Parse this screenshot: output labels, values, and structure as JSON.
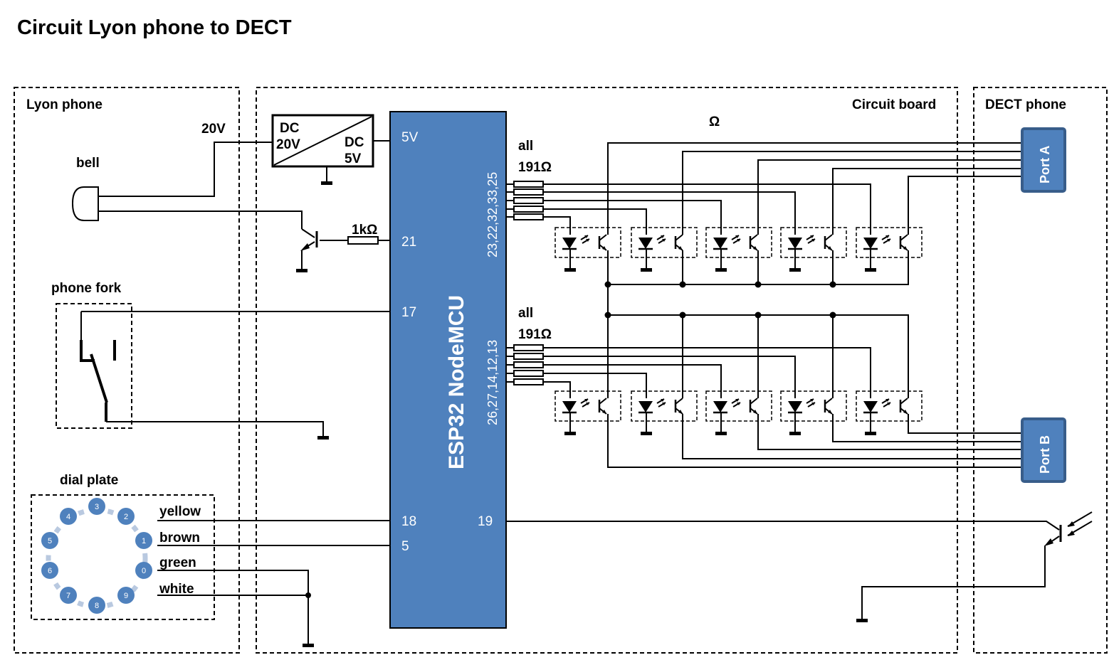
{
  "title": "Circuit Lyon phone to DECT",
  "sections": {
    "lyon_phone": "Lyon phone",
    "circuit_board": "Circuit board",
    "dect_phone": "DECT phone"
  },
  "lyon": {
    "voltage_label": "20V",
    "bell_label": "bell",
    "phone_fork_label": "phone fork",
    "dial_plate_label": "dial plate",
    "dial_digits": [
      "3",
      "2",
      "1",
      "0",
      "9",
      "8",
      "7",
      "6",
      "5",
      "4"
    ],
    "wires": {
      "yellow": "yellow",
      "brown": "brown",
      "green": "green",
      "white": "white"
    }
  },
  "converter": {
    "in_line1": "DC",
    "in_line2": "20V",
    "out_line1": "DC",
    "out_line2": "5V"
  },
  "transistor_resistor": "1kΩ",
  "stray_omega": "Ω",
  "mcu": {
    "name": "ESP32 NodeMCU",
    "pins": {
      "p5v": "5V",
      "p21": "21",
      "p17": "17",
      "p18": "18",
      "p5": "5",
      "p19": "19",
      "group_a": "23,22,32,33,25",
      "group_b": "26,27,14,12,13"
    }
  },
  "resistor_bank_a": {
    "line1": "all",
    "line2": "191Ω"
  },
  "resistor_bank_b": {
    "line1": "all",
    "line2": "191Ω"
  },
  "dect": {
    "port_a": "Port A",
    "port_b": "Port B"
  },
  "colors": {
    "mcu_fill": "#4f81bd",
    "mcu_stroke": "#000000",
    "port_fill": "#4f81bd",
    "port_stroke": "#385d8a",
    "dial_circle": "#4f81bd",
    "dial_dash": "#b9c9e0"
  }
}
